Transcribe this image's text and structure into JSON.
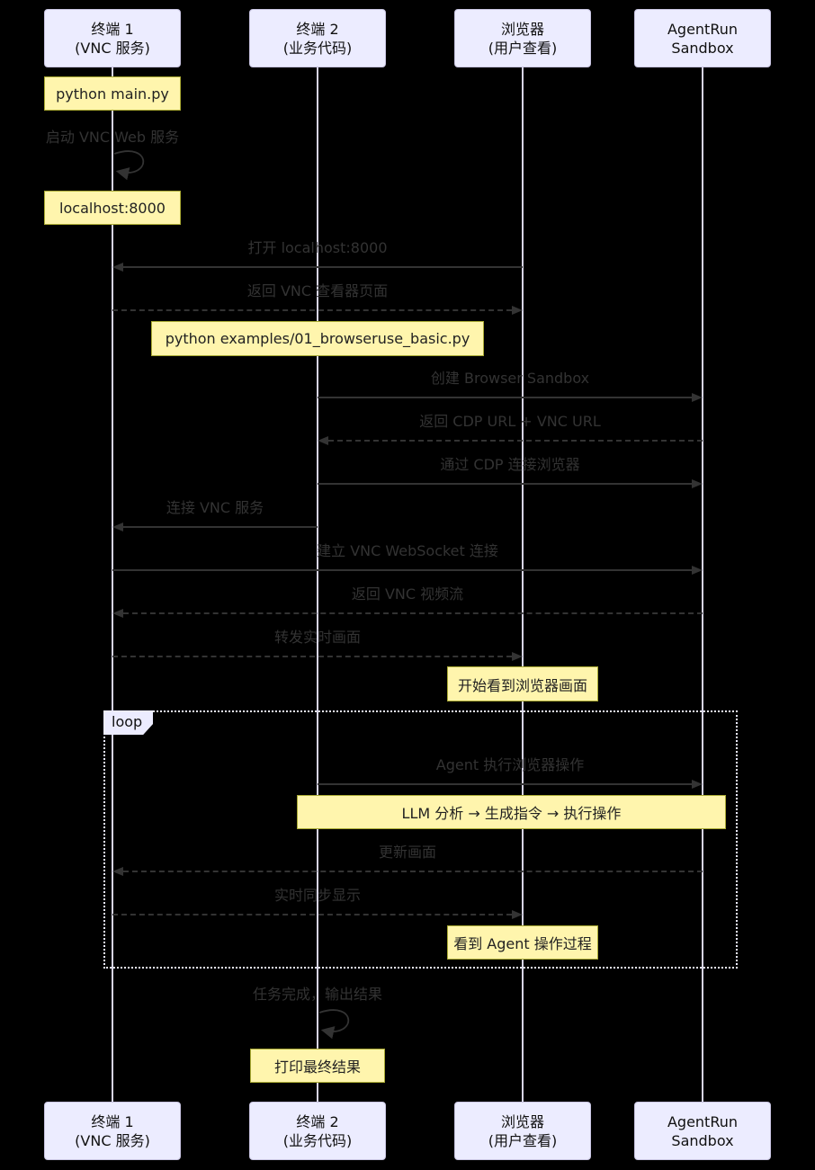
{
  "diagram": {
    "type": "sequence-diagram",
    "actors": [
      {
        "id": "terminal1",
        "line1": "终端 1",
        "line2": "(VNC 服务)"
      },
      {
        "id": "terminal2",
        "line1": "终端 2",
        "line2": "(业务代码)"
      },
      {
        "id": "browser",
        "line1": "浏览器",
        "line2": "(用户查看)"
      },
      {
        "id": "agentrun",
        "line1": "AgentRun",
        "line2": "Sandbox"
      }
    ],
    "messages": [
      {
        "label": "启动 VNC Web 服务",
        "type": "self",
        "from": "terminal1",
        "to": "terminal1"
      },
      {
        "label": "打开 localhost:8000",
        "type": "solid",
        "from": "browser",
        "to": "terminal1"
      },
      {
        "label": "返回 VNC 查看器页面",
        "type": "dashed",
        "from": "terminal1",
        "to": "browser"
      },
      {
        "label": "创建 Browser Sandbox",
        "type": "solid",
        "from": "terminal2",
        "to": "agentrun"
      },
      {
        "label": "返回 CDP URL + VNC URL",
        "type": "dashed",
        "from": "agentrun",
        "to": "terminal2"
      },
      {
        "label": "通过 CDP 连接浏览器",
        "type": "solid",
        "from": "terminal2",
        "to": "agentrun"
      },
      {
        "label": "连接 VNC 服务",
        "type": "solid",
        "from": "terminal2",
        "to": "terminal1"
      },
      {
        "label": "建立 VNC WebSocket 连接",
        "type": "solid",
        "from": "terminal1",
        "to": "agentrun"
      },
      {
        "label": "返回 VNC 视频流",
        "type": "dashed",
        "from": "agentrun",
        "to": "terminal1"
      },
      {
        "label": "转发实时画面",
        "type": "dashed",
        "from": "terminal1",
        "to": "browser"
      },
      {
        "label": "Agent 执行浏览器操作",
        "type": "solid",
        "from": "terminal2",
        "to": "agentrun"
      },
      {
        "label": "更新画面",
        "type": "dashed",
        "from": "agentrun",
        "to": "terminal1"
      },
      {
        "label": "实时同步显示",
        "type": "dashed",
        "from": "terminal1",
        "to": "browser"
      },
      {
        "label": "任务完成，输出结果",
        "type": "self",
        "from": "terminal2",
        "to": "terminal2"
      }
    ],
    "notes": [
      {
        "label": "python main.py",
        "over": "terminal1"
      },
      {
        "label": "localhost:8000",
        "over": "terminal1"
      },
      {
        "label": "python examples/01_browseruse_basic.py",
        "over": "terminal2"
      },
      {
        "label": "开始看到浏览器画面",
        "over": "browser"
      },
      {
        "label": "LLM 分析 → 生成指令 → 执行操作",
        "over": "terminal2-agentrun"
      },
      {
        "label": "看到 Agent 操作过程",
        "over": "browser"
      },
      {
        "label": "打印最终结果",
        "over": "terminal2"
      }
    ],
    "loop": {
      "label": "loop"
    },
    "colors": {
      "background": "#000000",
      "actor_fill": "#ECECFF",
      "note_fill": "#FFF5AD",
      "note_border": "#AAAA33",
      "signal": "#333333",
      "lifeline": "#D8D5E8",
      "loop_border": "#ECECFF"
    }
  }
}
